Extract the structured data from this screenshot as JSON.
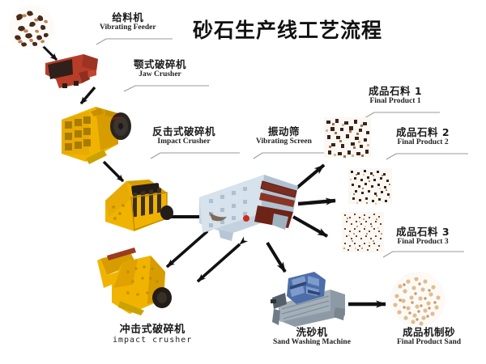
{
  "document": {
    "title": "砂石生产线工艺流程",
    "title_color": "#111111"
  },
  "labels": {
    "feeder": {
      "cn": "给料机",
      "en": "Vibrating Feeder"
    },
    "jaw": {
      "cn": "颚式破碎机",
      "en": "Jaw Crusher"
    },
    "impact": {
      "cn": "反击式破碎机",
      "en": "Impact Crusher"
    },
    "screen": {
      "cn": "振动筛",
      "en": "Vibrating Screen"
    },
    "product1": {
      "cn": "成品石料 1",
      "en": "Final Product 1"
    },
    "product2": {
      "cn": "成品石料 2",
      "en": "Final Product 2"
    },
    "product3": {
      "cn": "成品石料 3",
      "en": "Final Product 3"
    },
    "sandmaker": {
      "cn": "冲击式破碎机",
      "en": "impact crusher"
    },
    "washer": {
      "cn": "洗砂机",
      "en": "Sand Washing Machine"
    },
    "sand": {
      "cn": "成品机制砂",
      "en": "Final Product Sand"
    }
  },
  "nodes": {
    "raw_material": {
      "name": "raw stone pile"
    },
    "feeder": {
      "name": "vibrating feeder machine"
    },
    "jaw_crusher": {
      "name": "jaw crusher machine"
    },
    "impact_crusher": {
      "name": "impact crusher machine"
    },
    "sand_maker": {
      "name": "sand making impact crusher machine"
    },
    "vibrating_screen": {
      "name": "vibrating screen machine"
    },
    "sand_washer": {
      "name": "sand washing machine"
    },
    "product1": {
      "name": "coarse aggregate patch"
    },
    "product2": {
      "name": "medium aggregate patch"
    },
    "product3": {
      "name": "fine aggregate patch"
    },
    "product_sand": {
      "name": "finished machine made sand pile"
    }
  },
  "colors": {
    "machine_yellow": "#f0b400",
    "machine_yellow_dark": "#c08a00",
    "feeder_red": "#b83d28",
    "feeder_dark": "#3a2622",
    "screen_blue": "#c3d2de",
    "screen_deck": "#7c2d20",
    "washer_blue": "#4d6ea8",
    "washer_grey": "#8d9aa6",
    "arrow": "#111111",
    "stone_dark": "#4a2a1c",
    "stone_light": "#d8a882",
    "sand": "#e8cfae"
  },
  "flow": [
    {
      "from": "raw_material",
      "to": "feeder"
    },
    {
      "from": "feeder",
      "to": "jaw_crusher"
    },
    {
      "from": "jaw_crusher",
      "to": "impact_crusher"
    },
    {
      "from": "impact_crusher",
      "to": "vibrating_screen"
    },
    {
      "from": "vibrating_screen",
      "to": "sand_maker"
    },
    {
      "from": "sand_maker",
      "to": "vibrating_screen"
    },
    {
      "from": "vibrating_screen",
      "to": "product1"
    },
    {
      "from": "vibrating_screen",
      "to": "product2"
    },
    {
      "from": "vibrating_screen",
      "to": "product3"
    },
    {
      "from": "vibrating_screen",
      "to": "sand_washer"
    },
    {
      "from": "sand_washer",
      "to": "product_sand"
    }
  ]
}
